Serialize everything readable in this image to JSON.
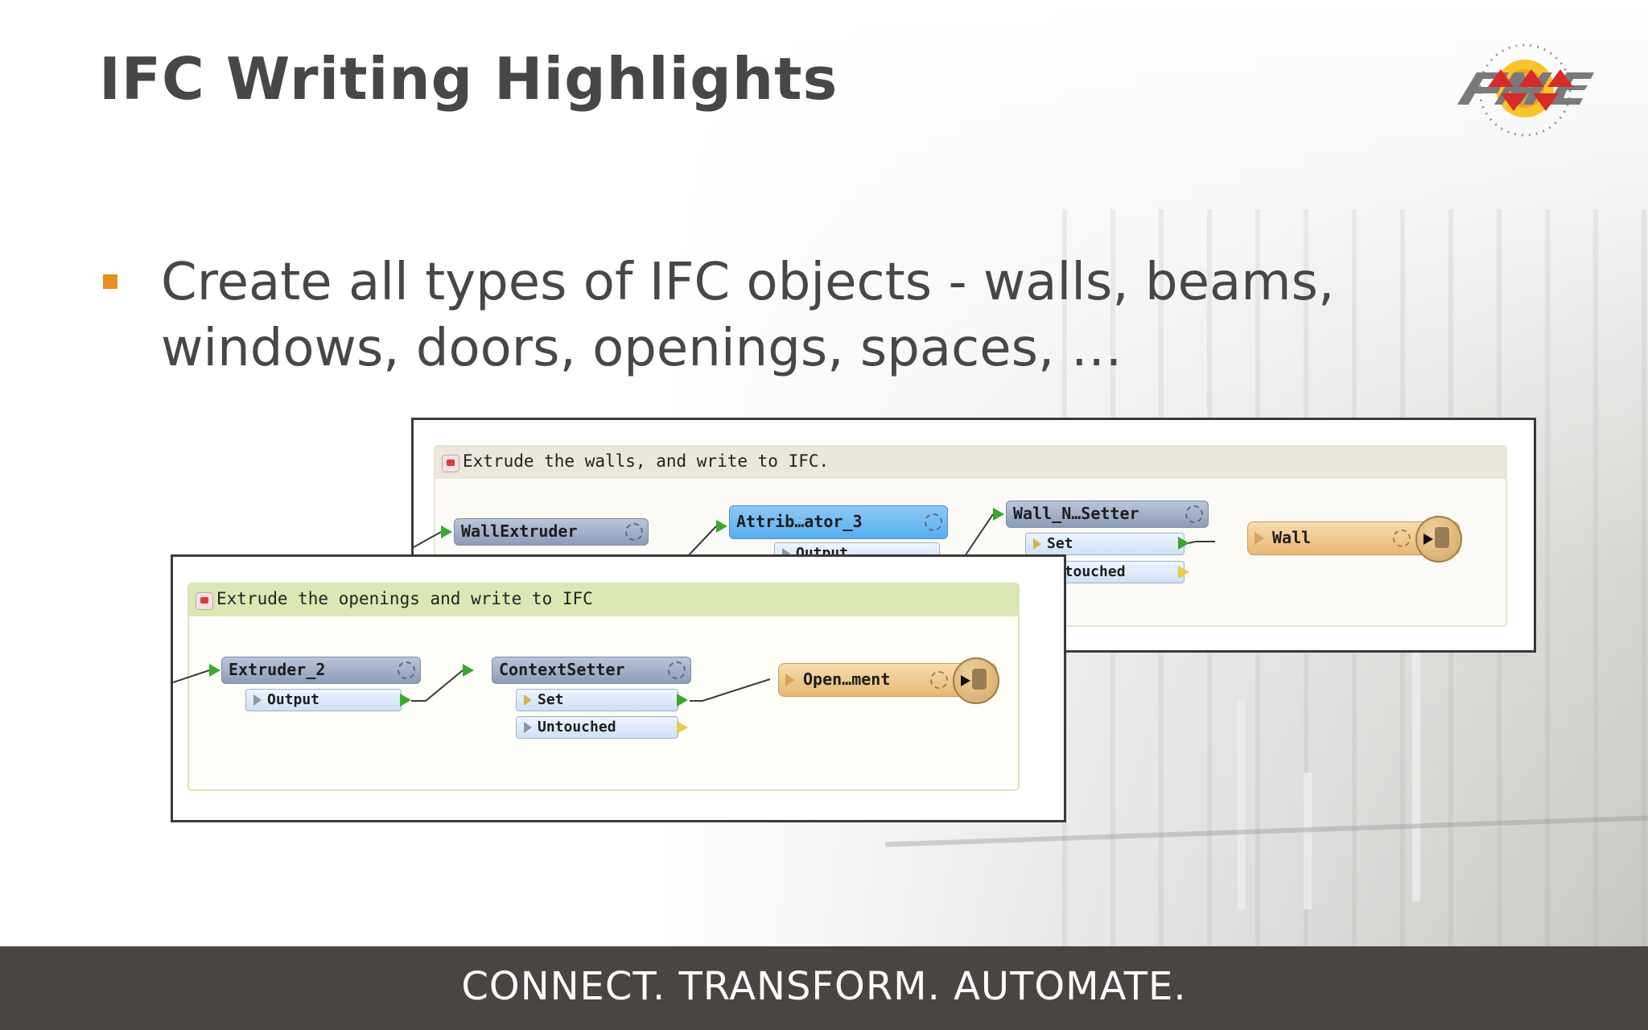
{
  "slide": {
    "title": "IFC Writing Highlights",
    "bullet": "Create all types of IFC objects - walls, beams, windows, doors, openings, spaces, …",
    "footer": "CONNECT. TRANSFORM. AUTOMATE.",
    "logo_icon": "fme-logo",
    "accent_color": "#e8901e",
    "footer_color": "#4a4542"
  },
  "workspace_back": {
    "bookmark_label": "Extrude the walls, and write to IFC.",
    "nodes": {
      "wall_extruder": "WallExtruder",
      "attribute_creator": "Attrib…ator_3",
      "attribute_creator_port": "Output",
      "wall_setter": "Wall_N…Setter",
      "wall_setter_port_set": "Set",
      "wall_setter_port_untouched": "Untouched",
      "writer": "Wall"
    }
  },
  "workspace_front": {
    "bookmark_label": "Extrude the openings and write to IFC",
    "nodes": {
      "extruder": "Extruder_2",
      "extruder_port": "Output",
      "context_setter": "ContextSetter",
      "context_setter_port_set": "Set",
      "context_setter_port_untouched": "Untouched",
      "writer": "Open…ment"
    }
  }
}
